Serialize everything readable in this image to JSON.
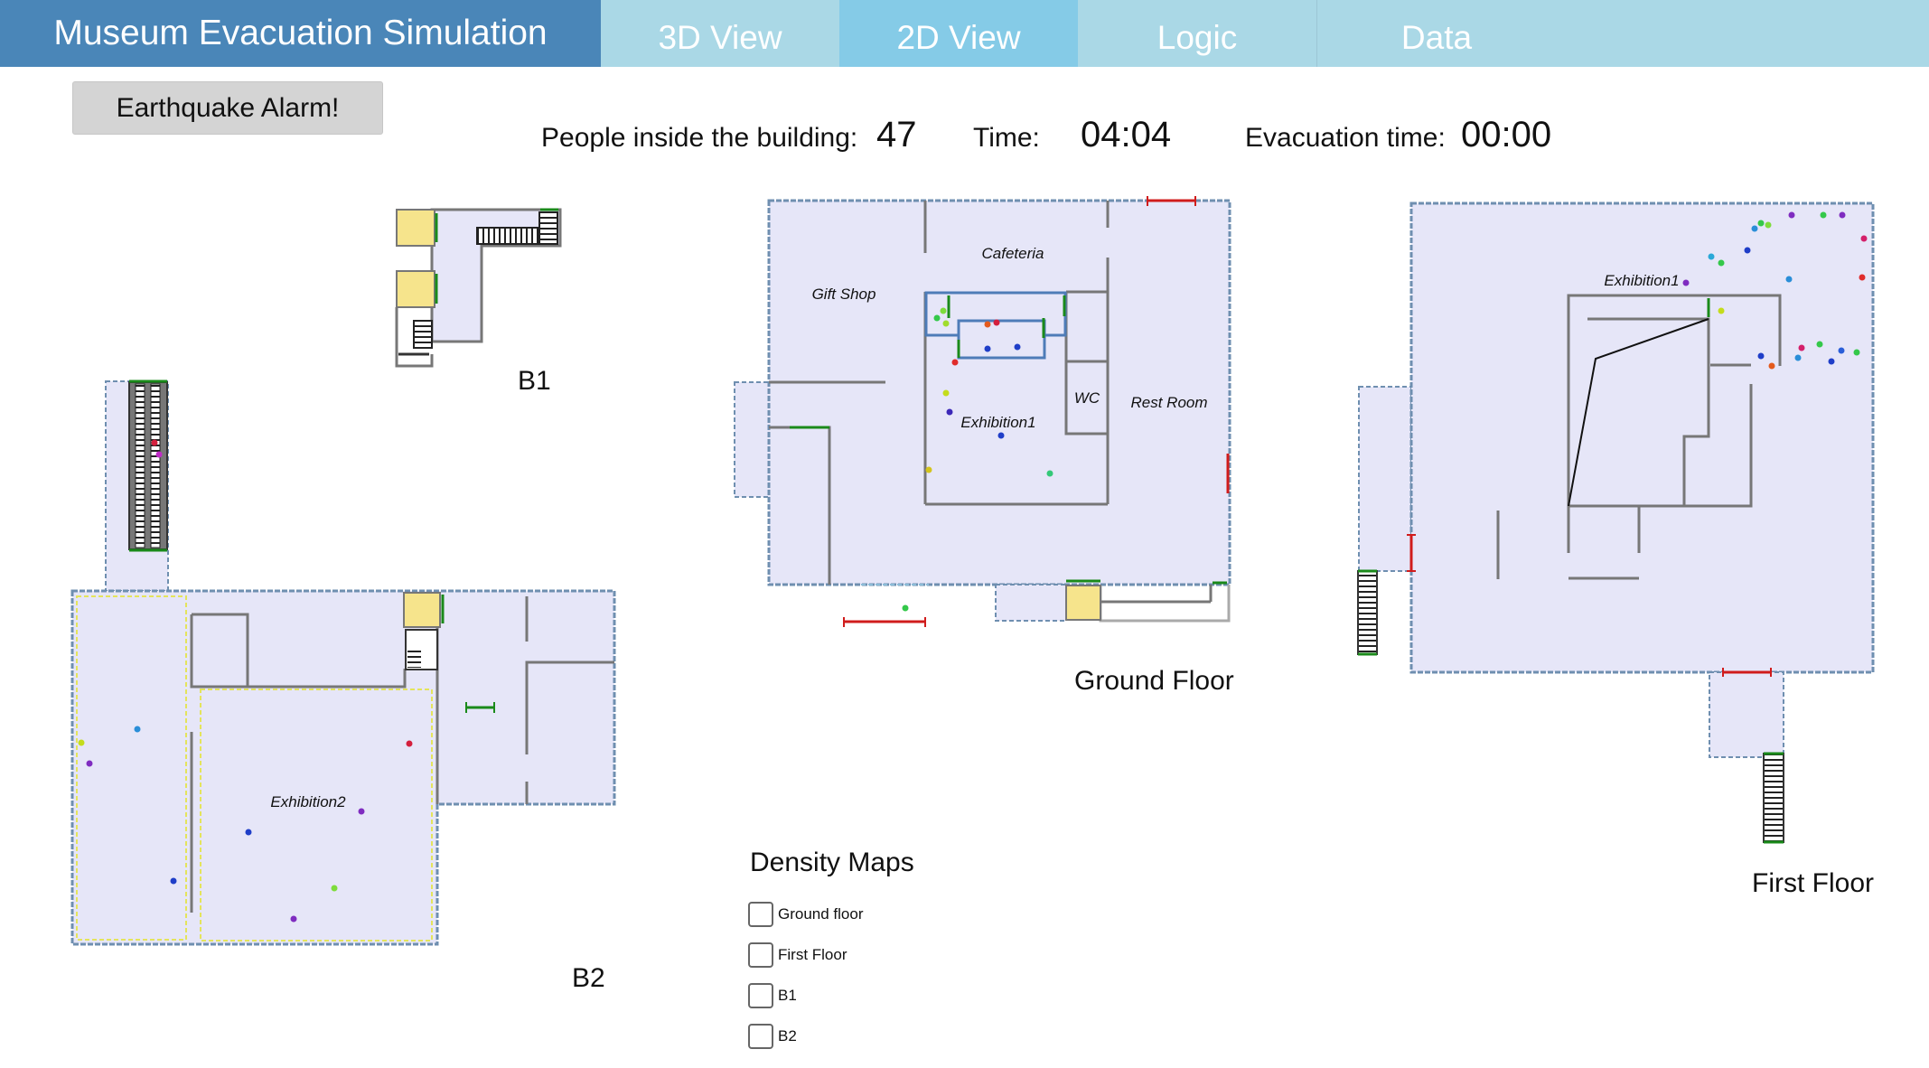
{
  "app": {
    "title": "Museum Evacuation Simulation",
    "tabs": [
      {
        "label": "3D View",
        "active": false
      },
      {
        "label": "2D View",
        "active": true
      },
      {
        "label": "Logic",
        "active": false
      },
      {
        "label": "Data",
        "active": false
      }
    ]
  },
  "controls": {
    "alarm_button": "Earthquake Alarm!"
  },
  "stats": {
    "people_label": "People inside the building:",
    "people_value": "47",
    "time_label": "Time:",
    "time_value": "04:04",
    "evac_label": "Evacuation time:",
    "evac_value": "00:00"
  },
  "floors": {
    "b1": "B1",
    "b2": "B2",
    "ground": "Ground Floor",
    "first": "First Floor"
  },
  "rooms": {
    "cafeteria": "Cafeteria",
    "gift_shop": "Gift Shop",
    "wc": "WC",
    "rest_room": "Rest Room",
    "exhibition1_ground": "Exhibition1",
    "exhibition1_first": "Exhibition1",
    "exhibition2": "Exhibition2"
  },
  "density_maps": {
    "title": "Density Maps",
    "options": [
      {
        "label": "Ground floor",
        "checked": false
      },
      {
        "label": "First Floor",
        "checked": false
      },
      {
        "label": "B1",
        "checked": false
      },
      {
        "label": "B2",
        "checked": false
      }
    ]
  },
  "colors": {
    "title_bar": "#4a86b8",
    "tab_bar": "#aad8e6",
    "active_tab": "#85cbe7",
    "room_fill": "#e6e6f8",
    "exit_door": "#d01c1c",
    "stair_marker": "#1a8a1a",
    "lift": "#f6e48c"
  }
}
